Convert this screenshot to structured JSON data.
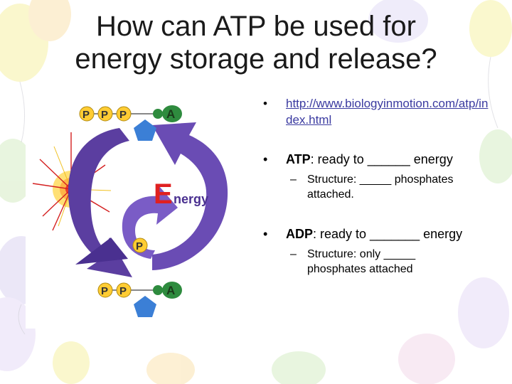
{
  "slide": {
    "title_line1": "How can ATP be used for",
    "title_line2": "energy storage and release?"
  },
  "diagram": {
    "center_text_E": "E",
    "center_text_rest": "nergy",
    "top_p1": "P",
    "top_p2": "P",
    "top_p3": "P",
    "top_a": "A",
    "mid_p": "P",
    "bottom_p1": "P",
    "bottom_p2": "P",
    "bottom_a": "A"
  },
  "bullets": {
    "b1_link": "http://www.biologyinmotion.com/atp/index.html",
    "b2_bold": "ATP",
    "b2_rest": ": ready to ______ energy",
    "b2_sub": "Structure: _____ phosphates attached.",
    "b3_bold": "ADP",
    "b3_rest": ": ready to _______ energy",
    "b3_sub": "Structure: only _____ phosphates attached"
  },
  "colors": {
    "title": "#1a1a1a",
    "link": "#3a3aa0",
    "arrow": "#5b3ea0",
    "phosphate": "#ffcc33",
    "ribose": "#3b7fd6",
    "adenine": "#2e8b3e",
    "energy_red": "#d42020"
  }
}
